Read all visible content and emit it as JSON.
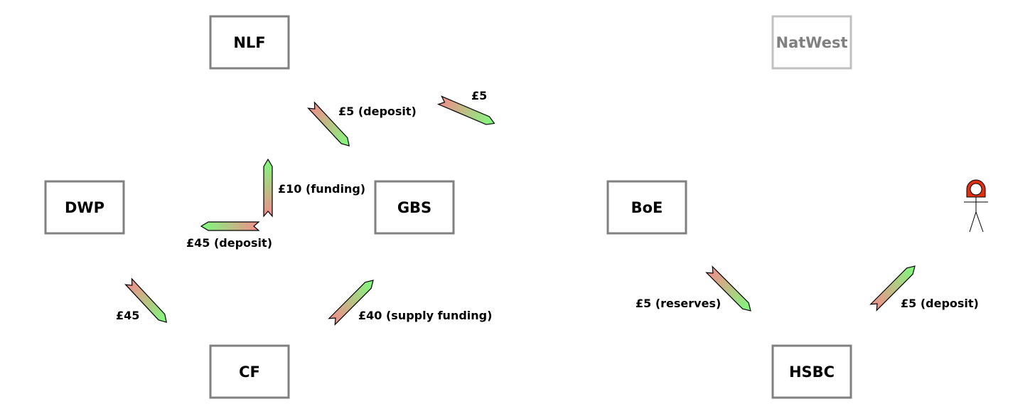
{
  "nodes": {
    "nlf": "NLF",
    "natwest": "NatWest",
    "dwp": "DWP",
    "gbs": "GBS",
    "boe": "BoE",
    "cf": "CF",
    "hsbc": "HSBC"
  },
  "flows": {
    "nlf_gbs_deposit": "£5 (deposit)",
    "to_natwest": "£5",
    "gbs_funding": "£10 (funding)",
    "dwp_deposit": "£45 (deposit)",
    "dwp_cf": "£45",
    "cf_gbs_supply": "£40 (supply funding)",
    "boe_hsbc_reserves": "£5 (reserves)",
    "hsbc_deposit": "£5 (deposit)"
  },
  "colors": {
    "box_border": "#808080",
    "inactive_border": "#c0c0c0",
    "inactive_text": "#808080",
    "arrow_start": "#f28c8c",
    "arrow_end": "#7dfc7d",
    "person_head": "#e03010"
  },
  "icons": {
    "person": "person-icon"
  }
}
